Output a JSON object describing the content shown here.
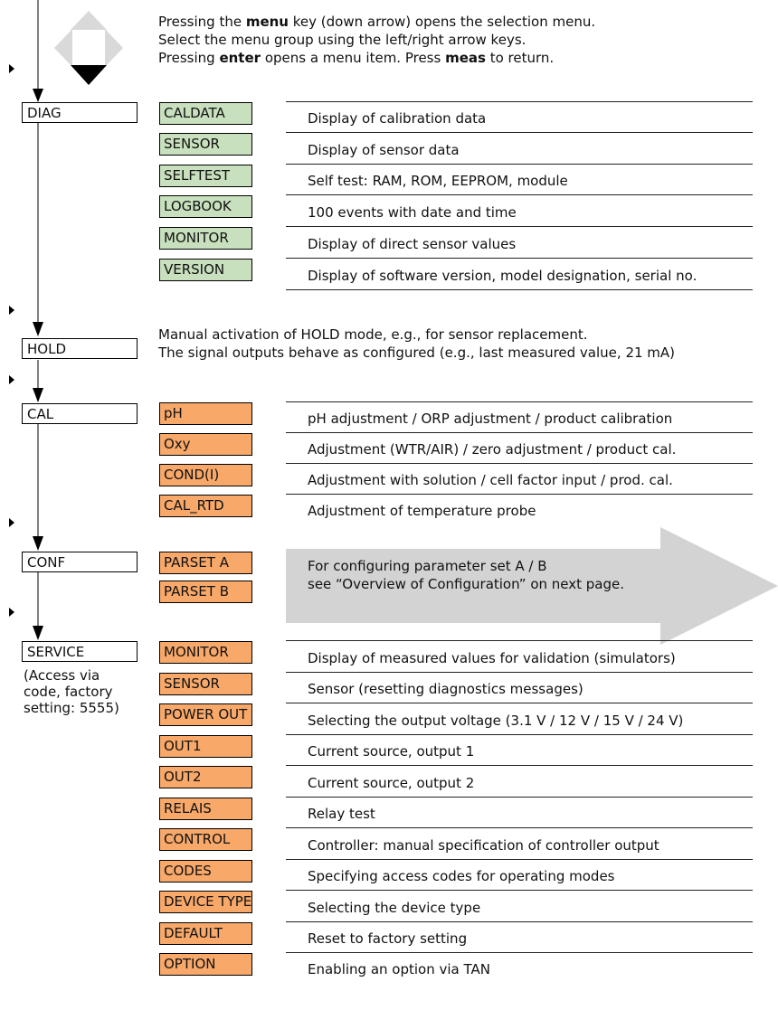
{
  "intro": {
    "l1_pre": "Pressing the ",
    "l1_bold": "menu",
    "l1_post": " key (down arrow) opens the selection menu.",
    "l2": "Select the menu group using the left/right arrow keys.",
    "l3_pre": "Pressing ",
    "l3_bold1": "enter",
    "l3_mid": " opens a menu item. Press ",
    "l3_bold2": "meas",
    "l3_post": " to return."
  },
  "groups": {
    "diag": "DIAG",
    "hold": "HOLD",
    "cal": "CAL",
    "conf": "CONF",
    "service": "SERVICE"
  },
  "diag_items": [
    {
      "name": "CALDATA",
      "desc": "Display of calibration data"
    },
    {
      "name": "SENSOR",
      "desc": "Display of sensor data"
    },
    {
      "name": "SELFTEST",
      "desc": "Self test: RAM, ROM, EEPROM, module"
    },
    {
      "name": "LOGBOOK",
      "desc": "100 events with date and time"
    },
    {
      "name": "MONITOR",
      "desc": "Display of direct sensor values"
    },
    {
      "name": "VERSION",
      "desc": "Display of software version, model designation, serial no."
    }
  ],
  "hold_note": {
    "line1": "Manual activation of HOLD mode, e.g., for sensor replacement.",
    "line2": "The signal outputs behave as configured (e.g., last measured value, 21 mA)"
  },
  "cal_items": [
    {
      "name": "pH",
      "desc": "pH adjustment / ORP adjustment / product calibration"
    },
    {
      "name": "Oxy",
      "desc": "Adjustment (WTR/AIR) / zero adjustment / product cal."
    },
    {
      "name": "COND(I)",
      "desc": "Adjustment with solution / cell factor input / prod. cal."
    },
    {
      "name": "CAL_RTD",
      "desc": "Adjustment of temperature probe"
    }
  ],
  "conf_items": [
    "PARSET A",
    "PARSET B"
  ],
  "conf_note": {
    "line1": "For configuring parameter set A / B",
    "line2": "see “Overview of Configuration” on next page."
  },
  "service_note": "(Access via code, factory setting: 5555)",
  "service_items": [
    {
      "name": "MONITOR",
      "desc": "Display of measured values for validation (simulators)"
    },
    {
      "name": "SENSOR",
      "desc": "Sensor (resetting diagnostics messages)"
    },
    {
      "name": "POWER OUT",
      "desc": "Selecting the output voltage (3.1 V / 12 V / 15 V / 24 V)"
    },
    {
      "name": "OUT1",
      "desc": "Current source, output 1"
    },
    {
      "name": "OUT2",
      "desc": "Current source, output 2"
    },
    {
      "name": "RELAIS",
      "desc": "Relay test"
    },
    {
      "name": "CONTROL",
      "desc": "Controller: manual specification of controller output"
    },
    {
      "name": "CODES",
      "desc": "Specifying access codes for operating modes"
    },
    {
      "name": "DEVICE TYPE",
      "desc": "Selecting the device type"
    },
    {
      "name": "DEFAULT",
      "desc": "Reset to factory setting"
    },
    {
      "name": "OPTION",
      "desc": "Enabling an option via TAN"
    }
  ],
  "icons": {
    "nav": "direction-keypad-icon",
    "step": "step-marker-icon",
    "arrow": "flow-arrow-icon",
    "conf_arrow": "large-right-arrow-icon"
  },
  "colors": {
    "green": "#c8e0bd",
    "orange": "#f8a869",
    "keypad_grey": "#d9d9d9",
    "conf_arrow": "#d3d3d3"
  }
}
